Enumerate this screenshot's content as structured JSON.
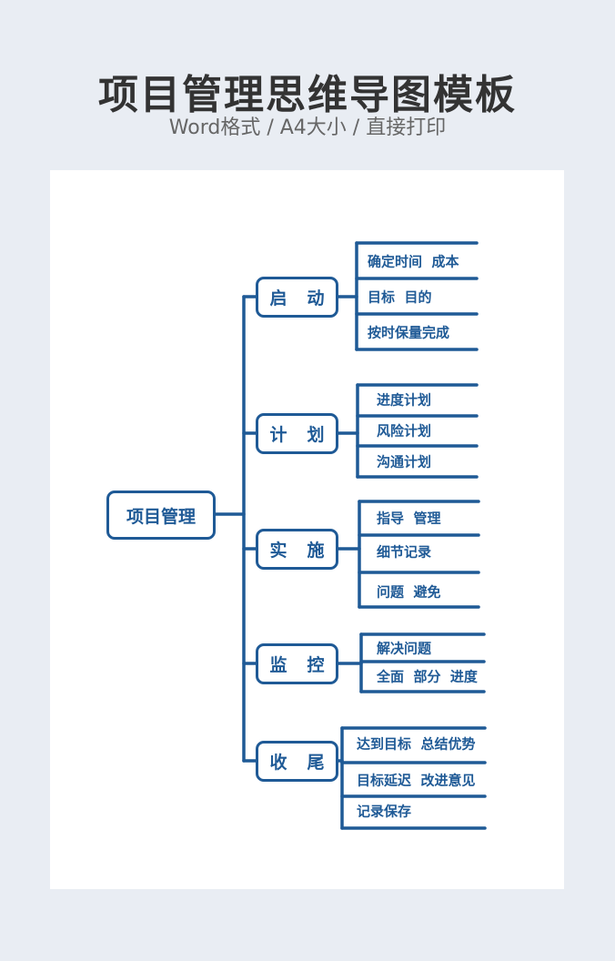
{
  "header": {
    "title": "项目管理思维导图模板",
    "subtitle": "Word格式 / A4大小 / 直接打印"
  },
  "mindmap": {
    "root": "项目管理",
    "branches": [
      {
        "label": "启动",
        "leaves": [
          "确定时间  成本",
          "目标  目的",
          "按时保量完成"
        ]
      },
      {
        "label": "计划",
        "leaves": [
          "进度计划",
          "风险计划",
          "沟通计划"
        ]
      },
      {
        "label": "实施",
        "leaves": [
          "指导  管理",
          "细节记录",
          "问题  避免"
        ]
      },
      {
        "label": "监控",
        "leaves": [
          "解决问题",
          "全面  部分  进度"
        ]
      },
      {
        "label": "收尾",
        "leaves": [
          "达到目标  总结优势",
          "目标延迟  改进意见",
          "记录保存"
        ]
      }
    ]
  },
  "colors": {
    "accent": "#1f5a96",
    "background": "#e9edf3"
  }
}
